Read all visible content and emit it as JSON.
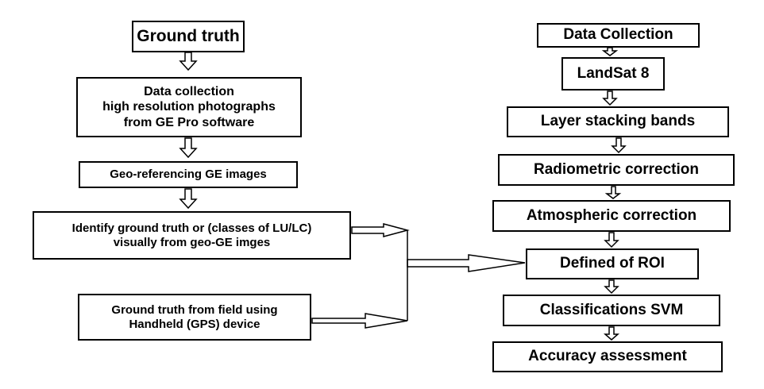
{
  "left": {
    "ground_truth": "Ground truth",
    "data_collection": [
      "Data collection",
      "high resolution  photographs",
      "from GE Pro software"
    ],
    "georef": "Geo-referencing GE images",
    "identify": [
      "Identify ground truth or (classes of LU/LC)",
      "visually from geo-GE imges"
    ],
    "field": [
      "Ground truth from field using",
      "Handheld (GPS) device"
    ]
  },
  "right": {
    "steps": [
      "Data Collection",
      "LandSat 8",
      "Layer stacking bands",
      "Radiometric correction",
      "Atmospheric correction",
      "Defined of ROI",
      "Classifications SVM",
      "Accuracy assessment"
    ]
  }
}
